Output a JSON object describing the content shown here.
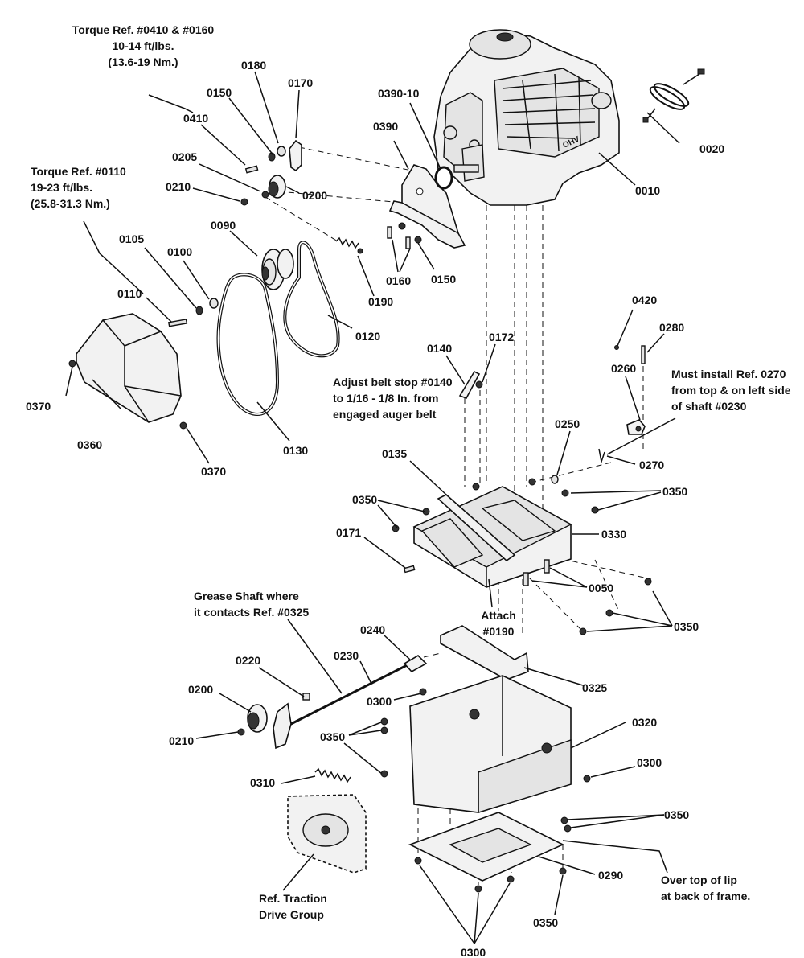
{
  "notes": {
    "torque_0410": [
      "Torque Ref. #0410 & #0160",
      "10-14 ft/lbs.",
      "(13.6-19 Nm.)"
    ],
    "torque_0110": [
      "Torque Ref. #0110",
      "19-23 ft/lbs.",
      "(25.8-31.3 Nm.)"
    ],
    "belt_stop": [
      "Adjust belt stop #0140",
      "to 1/16 - 1/8 In. from",
      "engaged auger belt"
    ],
    "install_0270": [
      "Must install Ref. 0270",
      "from top & on left side",
      "of shaft #0230"
    ],
    "attach": [
      "Attach",
      "#0190"
    ],
    "grease": [
      "Grease Shaft where",
      "it contacts Ref. #0325"
    ],
    "lip": [
      "Over top of lip",
      "at back of frame."
    ],
    "traction": [
      "Ref. Traction",
      "Drive Group"
    ]
  },
  "labels": {
    "p0010": "0010",
    "p0020": "0020",
    "p0050": "0050",
    "p0090": "0090",
    "p0100": "0100",
    "p0105": "0105",
    "p0110": "0110",
    "p0120": "0120",
    "p0130": "0130",
    "p0135": "0135",
    "p0140": "0140",
    "p0150a": "0150",
    "p0150b": "0150",
    "p0160": "0160",
    "p0170": "0170",
    "p0171": "0171",
    "p0172": "0172",
    "p0180": "0180",
    "p0190": "0190",
    "p0200a": "0200",
    "p0200b": "0200",
    "p0205": "0205",
    "p0210a": "0210",
    "p0210b": "0210",
    "p0220": "0220",
    "p0230": "0230",
    "p0240": "0240",
    "p0250": "0250",
    "p0260": "0260",
    "p0270": "0270",
    "p0280": "0280",
    "p0290": "0290",
    "p0300a": "0300",
    "p0300b": "0300",
    "p0300c": "0300",
    "p0310": "0310",
    "p0320": "0320",
    "p0325": "0325",
    "p0330": "0330",
    "p0350a": "0350",
    "p0350b": "0350",
    "p0350c": "0350",
    "p0350d": "0350",
    "p0350e": "0350",
    "p0350f": "0350",
    "p0360": "0360",
    "p0370a": "0370",
    "p0370b": "0370",
    "p0390": "0390",
    "p0390_10": "0390-10",
    "p0410": "0410",
    "p0420": "0420"
  }
}
